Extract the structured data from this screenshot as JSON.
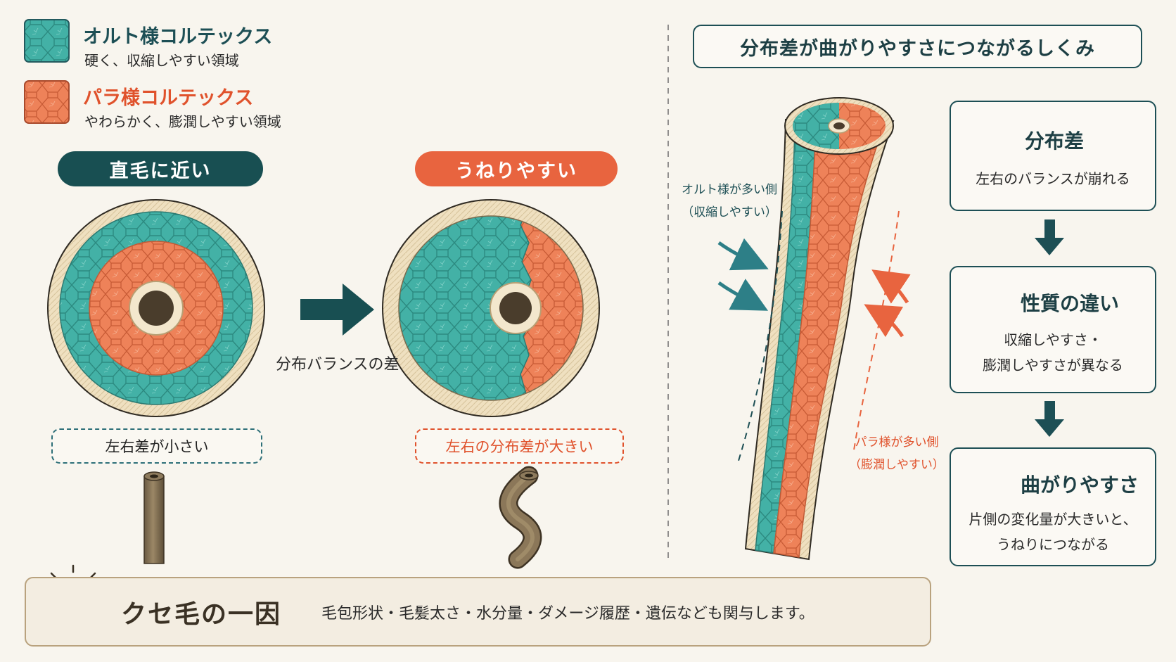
{
  "legend": {
    "ortho": {
      "title": "オルト様コルテックス",
      "desc": "硬く、収縮しやすい領域",
      "color": "#43b1a6"
    },
    "para": {
      "title": "パラ様コルテックス",
      "desc": "やわらかく、膨潤しやすい領域",
      "color": "#ee8259"
    }
  },
  "left_panel": {
    "straight": {
      "label": "直毛に近い",
      "note": "左右差が小さい",
      "color": "#184f52"
    },
    "wavy": {
      "label": "うねりやすい",
      "note": "左右の分布差が大きい",
      "color": "#e8643f"
    },
    "arrow_label": "分布バランスの差"
  },
  "right_panel": {
    "title": "分布差が曲がりやすさにつながるしくみ",
    "ortho_side": [
      "オルト様が多い側",
      "（収縮しやすい）"
    ],
    "para_side": [
      "パラ様が多い側",
      "（膨潤しやすい）"
    ],
    "steps": [
      {
        "icon": "dots-circle-icon",
        "title": "分布差",
        "body": [
          "左右のバランスが崩れる"
        ]
      },
      {
        "icon": "balance-scale-icon",
        "title": "性質の違い",
        "body": [
          "収縮しやすさ・",
          "膨潤しやすさが異なる"
        ]
      },
      {
        "icon": "wave-icon",
        "title": "曲がりやすさ",
        "body": [
          "片側の変化量が大きいと、",
          "うねりにつながる"
        ]
      }
    ]
  },
  "bottom": {
    "icon": "lightbulb-icon",
    "title": "クセ毛の一因",
    "text": "毛包形状・毛髪太さ・水分量・ダメージ履歴・遺伝なども関与します。"
  },
  "colors": {
    "teal_dark": "#184f52",
    "orange": "#e8643f",
    "cuticle": "#efe0c0",
    "medulla": "#4a3d2c"
  }
}
